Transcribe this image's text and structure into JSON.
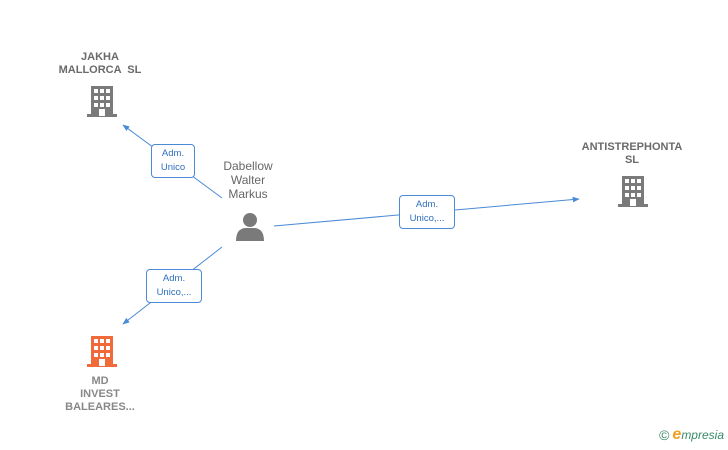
{
  "colors": {
    "edge": "#4a8ad6",
    "company": "#7a7a7a",
    "company_highlight": "#f06a3a",
    "person": "#7a7a7a"
  },
  "nodes": {
    "jakha": {
      "lines": [
        "JAKHA",
        "MALLORCA  SL"
      ],
      "icon": "building-icon"
    },
    "person": {
      "lines": [
        "Dabellow",
        "Walter",
        "Markus"
      ],
      "icon": "person-icon"
    },
    "antis": {
      "lines": [
        "ANTISTREPHONTA",
        "SL"
      ],
      "icon": "building-icon"
    },
    "md": {
      "lines": [
        "MD",
        "INVEST",
        "BALEARES..."
      ],
      "icon": "building-icon"
    }
  },
  "edges": {
    "to_jakha": [
      "Adm.",
      "Unico"
    ],
    "to_antis": [
      "Adm.",
      "Unico,..."
    ],
    "to_md": [
      "Adm.",
      "Unico,..."
    ]
  },
  "brand": {
    "copyright": "©",
    "e": "e",
    "rest": "mpresia"
  }
}
